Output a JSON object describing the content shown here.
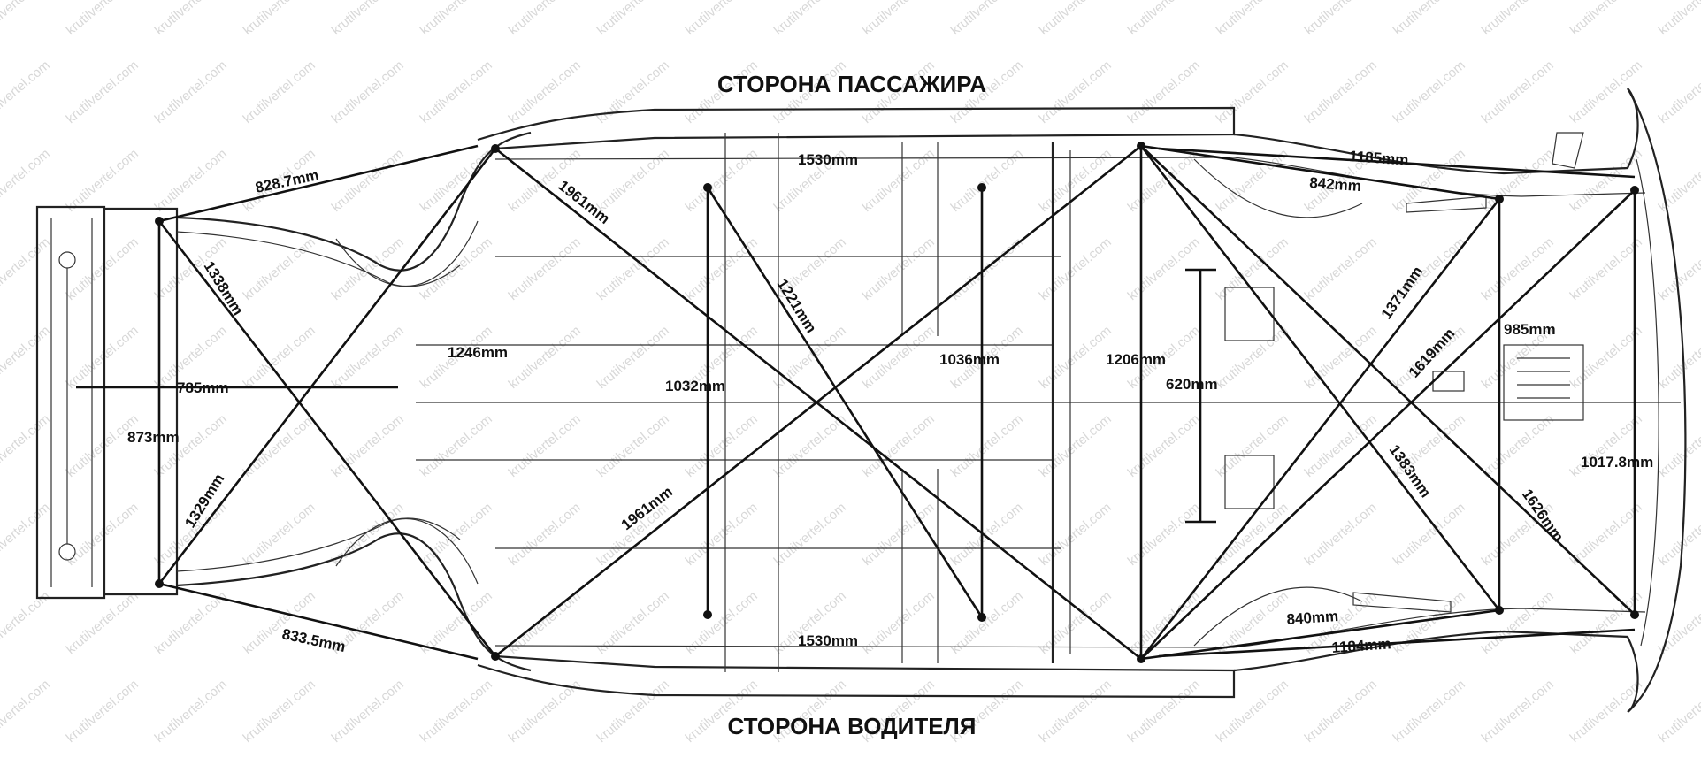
{
  "titles": {
    "top": "СТОРОНА ПАССАЖИРА",
    "bottom": "СТОРОНА ВОДИТЕЛЯ"
  },
  "watermark": "krutilvertel.com",
  "dimensions": {
    "d_828_7": "828.7mm",
    "d_833_5": "833.5mm",
    "d_1338": "1338mm",
    "d_1329": "1329mm",
    "d_873": "873mm",
    "d_785": "785mm",
    "d_1246": "1246mm",
    "d_1961_top": "1961mm",
    "d_1961_bottom": "1961mm",
    "d_1530_top": "1530mm",
    "d_1530_bottom": "1530mm",
    "d_1221": "1221mm",
    "d_1032": "1032mm",
    "d_1036": "1036mm",
    "d_1206": "1206mm",
    "d_620": "620mm",
    "d_1185": "1185mm",
    "d_842": "842mm",
    "d_1371": "1371mm",
    "d_1619": "1619mm",
    "d_985": "985mm",
    "d_1383": "1383mm",
    "d_1626": "1626mm",
    "d_1017_8": "1017.8mm",
    "d_840": "840mm",
    "d_1184": "1184mm"
  },
  "colors": {
    "line": "#111111",
    "watermark": "#d8d8d8",
    "background": "#ffffff"
  }
}
